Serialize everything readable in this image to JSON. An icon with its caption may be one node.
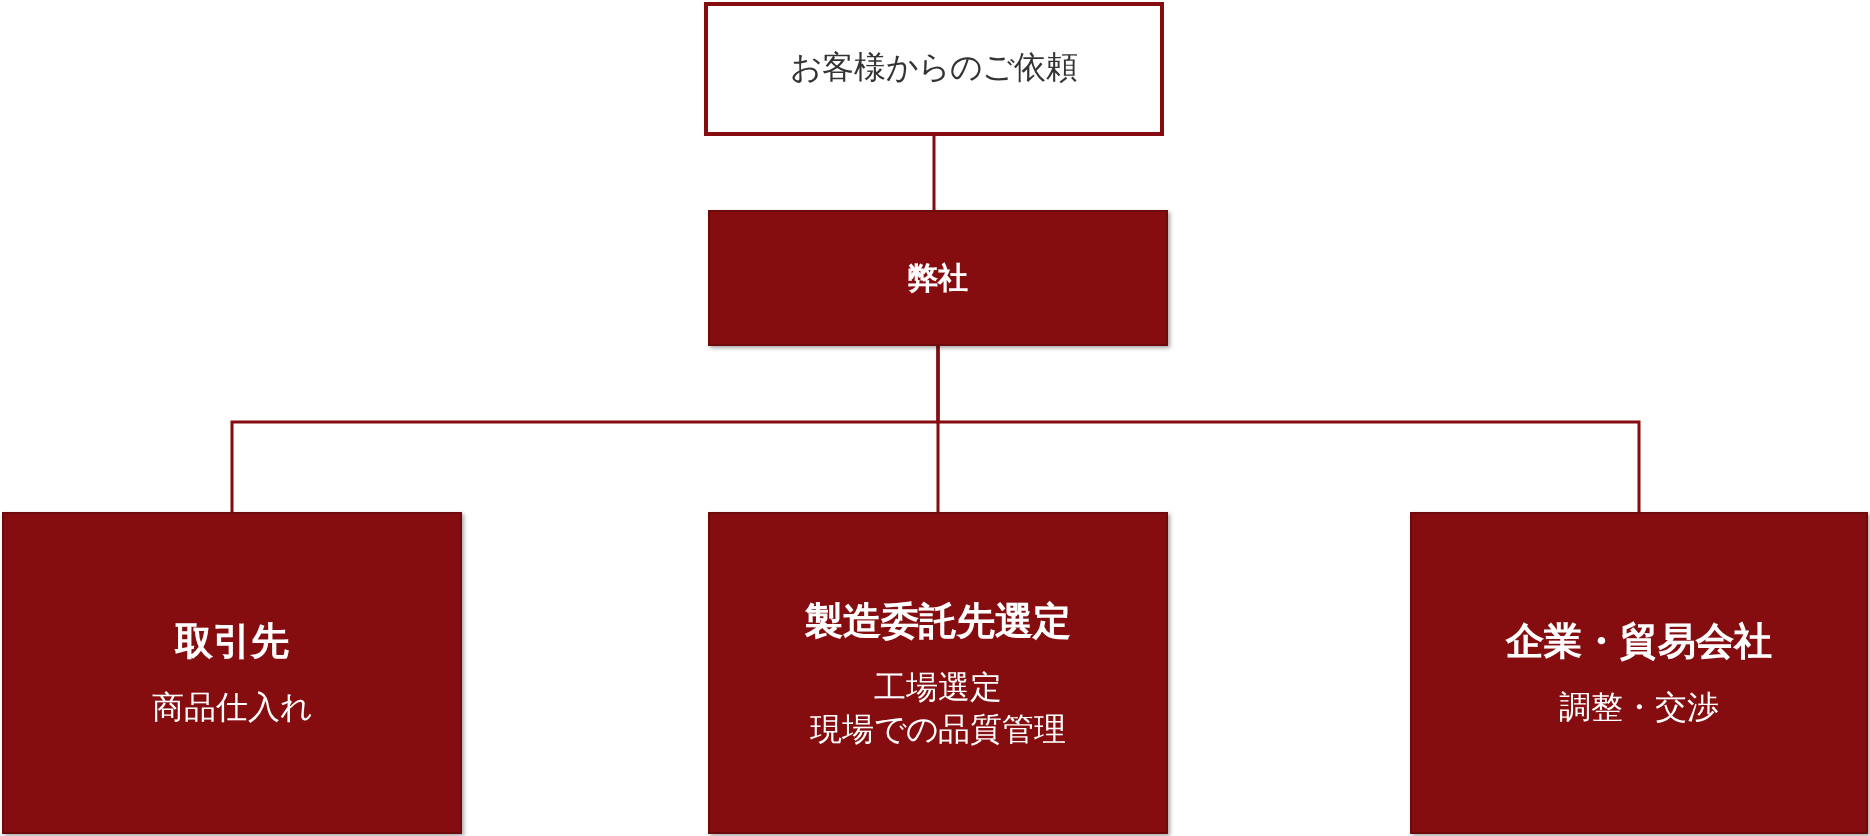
{
  "diagram": {
    "nodes": [
      {
        "text": [
          "お客様からのご依頼"
        ]
      },
      {
        "text": [
          "弊社"
        ]
      },
      {
        "text": [
          "取引先",
          "商品仕入れ"
        ]
      },
      {
        "text": [
          "製造委託先選定",
          "工場選定",
          "現場での品質管理"
        ]
      },
      {
        "text": [
          "企業・貿易会社",
          "調整・交渉"
        ]
      }
    ],
    "edges": [
      {
        "from": 0,
        "to": 1,
        "arrow": "none"
      },
      {
        "from": 1,
        "to": 2,
        "arrow": "none"
      },
      {
        "from": 1,
        "to": 3,
        "arrow": "none"
      },
      {
        "from": 1,
        "to": 4,
        "arrow": "none"
      }
    ]
  }
}
